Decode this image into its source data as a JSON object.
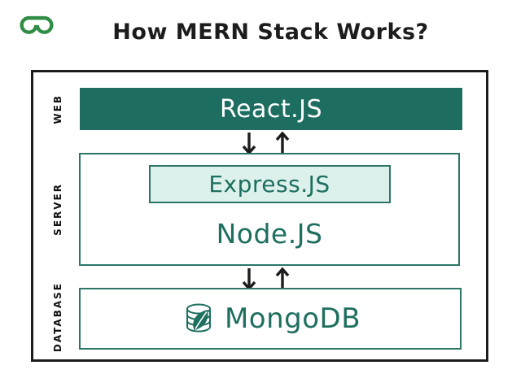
{
  "header": {
    "logo_name": "geeksforgeeks-logo",
    "title": "How MERN Stack Works?"
  },
  "diagram": {
    "web": {
      "side_label": "WEB",
      "box_label": "React.JS"
    },
    "server": {
      "side_label": "SERVER",
      "express_label": "Express.JS",
      "node_label": "Node.JS"
    },
    "database": {
      "side_label": "DATABASE",
      "box_label": "MongoDB"
    }
  },
  "colors": {
    "teal_dark": "#1d6e60",
    "teal_border": "#2c7668",
    "teal_text": "#1e6f60",
    "mint_fill": "#ddf1ec",
    "gfg_green": "#2f8d46",
    "ink": "#1c1c1c"
  }
}
